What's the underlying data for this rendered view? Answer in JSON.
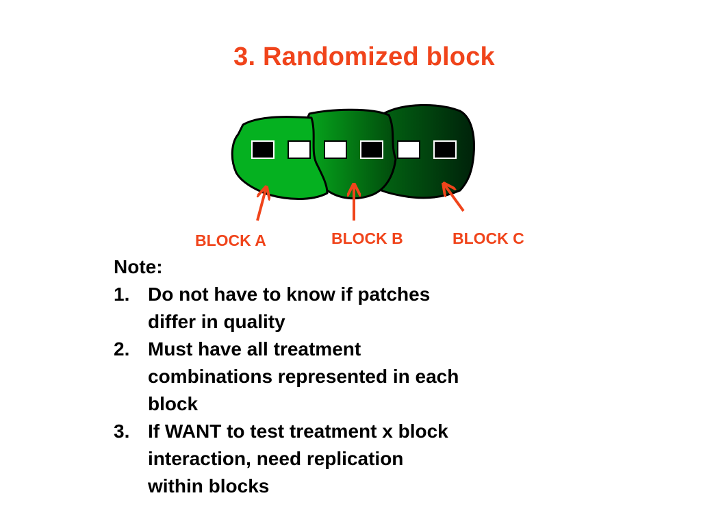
{
  "title": "3. Randomized block",
  "colors": {
    "title": "#f0441b",
    "labels": "#f0441b",
    "arrows": "#f0441b",
    "block_a": "#05b120",
    "block_b_light": "#06a71c",
    "block_b_dark": "#014a0c",
    "block_c_light": "#026c13",
    "block_c_dark": "#00220a",
    "treatment_black": "#000000",
    "treatment_white": "#ffffff",
    "outline": "#000000"
  },
  "blocks": [
    {
      "label": "BLOCK A",
      "plots": [
        "black",
        "white"
      ]
    },
    {
      "label": "BLOCK B",
      "plots": [
        "white",
        "black"
      ]
    },
    {
      "label": "BLOCK C",
      "plots": [
        "white",
        "black"
      ]
    }
  ],
  "note": {
    "heading": "Note:",
    "items": [
      {
        "number": "1.",
        "lines": [
          "Do not have to know if patches",
          "differ in quality"
        ]
      },
      {
        "number": "2.",
        "lines": [
          "Must have all treatment",
          "combinations represented in each",
          "block"
        ]
      },
      {
        "number": "3.",
        "lines": [
          "If WANT to test treatment x block",
          "interaction, need replication",
          "within blocks"
        ]
      }
    ]
  }
}
